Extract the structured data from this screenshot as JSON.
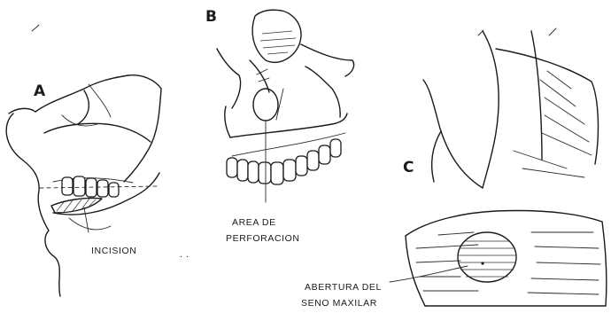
{
  "panels": {
    "a": {
      "letter": "A",
      "label": "INCISION"
    },
    "b": {
      "letter": "B",
      "label_line1": "AREA DE",
      "label_line2": "PERFORACION"
    },
    "c": {
      "letter": "C",
      "label_line1": "ABERTURA DEL",
      "label_line2": "SENO MAXILAR"
    }
  }
}
